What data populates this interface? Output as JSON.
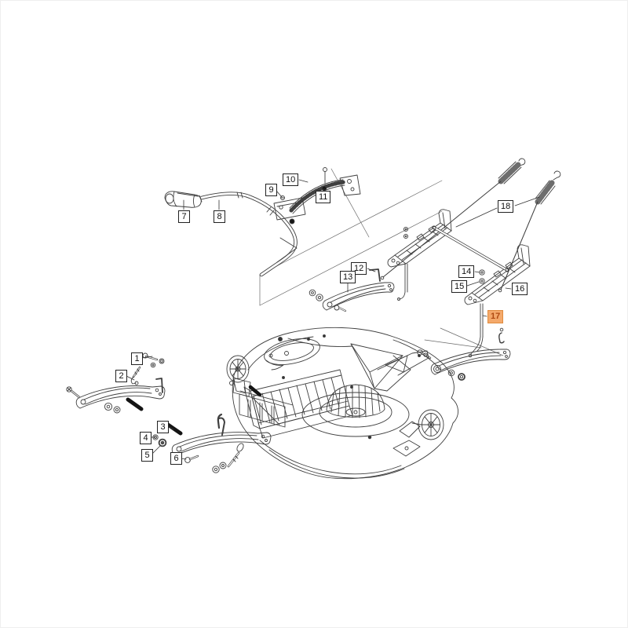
{
  "figure": {
    "kind": "exploded-parts-diagram",
    "subject": "mower cutting deck with height-adjust levers, rails and springs",
    "background_color": "#ffffff",
    "line_color": "#3f3f3f"
  },
  "highlight": {
    "background": "#f4a96b",
    "border": "#e08b3e",
    "text": "#b04a12",
    "highlighted_part": "17"
  },
  "callouts": [
    {
      "number": "1",
      "highlighted": false
    },
    {
      "number": "2",
      "highlighted": false
    },
    {
      "number": "3",
      "highlighted": false
    },
    {
      "number": "4",
      "highlighted": false
    },
    {
      "number": "5",
      "highlighted": false
    },
    {
      "number": "6",
      "highlighted": false
    },
    {
      "number": "7",
      "highlighted": false
    },
    {
      "number": "8",
      "highlighted": false
    },
    {
      "number": "9",
      "highlighted": false
    },
    {
      "number": "10",
      "highlighted": false
    },
    {
      "number": "11",
      "highlighted": false
    },
    {
      "number": "12",
      "highlighted": false
    },
    {
      "number": "13",
      "highlighted": false
    },
    {
      "number": "14",
      "highlighted": false
    },
    {
      "number": "15",
      "highlighted": false
    },
    {
      "number": "16",
      "highlighted": false
    },
    {
      "number": "17",
      "highlighted": true
    },
    {
      "number": "18",
      "highlighted": false
    }
  ]
}
